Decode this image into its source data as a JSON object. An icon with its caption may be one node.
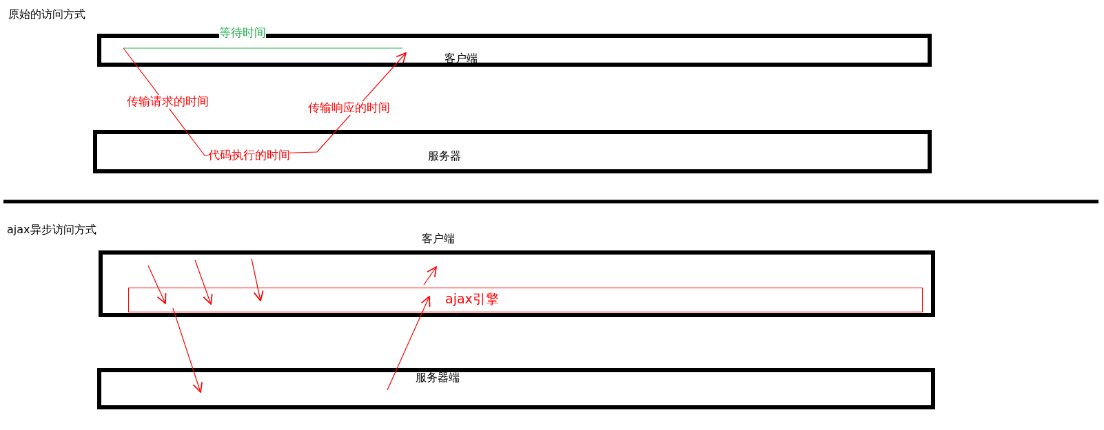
{
  "diagram": {
    "nodes": [
      {
        "text": [
          "客户端"
        ]
      },
      {
        "text": [
          "服务器"
        ]
      },
      {
        "text": [
          "客户端"
        ]
      },
      {
        "text": [
          "ajax引擎"
        ],
        "in": 2
      },
      {
        "text": [
          "服务器端"
        ]
      }
    ],
    "edges": [
      {
        "from": 0,
        "to": 1,
        "arrow": "none",
        "label": "传输请求的时间",
        "color": "#ff0000"
      },
      {
        "from": 1,
        "to": 0,
        "arrow": "to",
        "label": "传输响应的时间",
        "color": "#ff0000"
      },
      {
        "from": null,
        "to": 3,
        "arrow": "to",
        "color": "#ff0000"
      },
      {
        "from": null,
        "to": 3,
        "arrow": "to",
        "color": "#ff0000"
      },
      {
        "from": null,
        "to": 3,
        "arrow": "to",
        "color": "#ff0000"
      },
      {
        "from": 3,
        "to": 4,
        "arrow": "to",
        "color": "#ff0000"
      },
      {
        "from": 4,
        "to": 3,
        "arrow": "to",
        "color": "#ff0000"
      },
      {
        "from": 3,
        "to": 2,
        "arrow": "to",
        "color": "#ff0000"
      }
    ],
    "labels": [
      "原始的访问方式",
      "等待时间",
      "代码执行的时间",
      "ajax异步访问方式"
    ]
  }
}
